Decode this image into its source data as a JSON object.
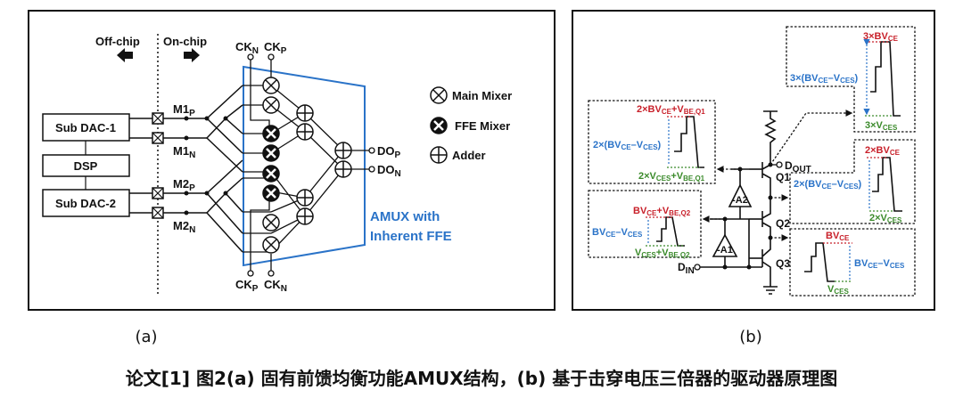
{
  "panel_a": {
    "label": "(a)",
    "off_chip": "Off-chip",
    "on_chip": "On-chip",
    "blocks": [
      "Sub DAC-1",
      "DSP",
      "Sub DAC-2"
    ],
    "signals": {
      "m1p": "M1",
      "m1p_sub": "P",
      "m1n": "M1",
      "m1n_sub": "N",
      "m2p": "M2",
      "m2p_sub": "P",
      "m2n": "M2",
      "m2n_sub": "N"
    },
    "clocks_top": [
      {
        "main": "CK",
        "sub": "N"
      },
      {
        "main": "CK",
        "sub": "P"
      }
    ],
    "clocks_bottom": [
      {
        "main": "CK",
        "sub": "P"
      },
      {
        "main": "CK",
        "sub": "N"
      }
    ],
    "outputs": [
      {
        "main": "DO",
        "sub": "P"
      },
      {
        "main": "DO",
        "sub": "N"
      }
    ],
    "legend": [
      "Main Mixer",
      "FFE Mixer",
      "Adder"
    ],
    "amux_label_line1": "AMUX with",
    "amux_label_line2": "Inherent FFE",
    "accent_color": "#2a73c8"
  },
  "panel_b": {
    "label": "(b)",
    "transistors": [
      "Q1",
      "Q2",
      "Q3"
    ],
    "amps": [
      "-A2",
      "-A1"
    ],
    "d_out": {
      "main": "D",
      "sub": "OUT"
    },
    "d_in": {
      "main": "D",
      "sub": "IN"
    },
    "waveforms": {
      "top_right": {
        "high": "3×BV",
        "high_sub": "CE",
        "swing": "3×(BV",
        "swing_sub1": "CE",
        "swing_mid": "–V",
        "swing_sub2": "CES",
        "swing_end": ")",
        "low": "3×V",
        "low_sub": "CES"
      },
      "mid_right": {
        "high": "2×BV",
        "high_sub": "CE",
        "swing": "2×(BV",
        "swing_sub1": "CE",
        "swing_mid": "–V",
        "swing_sub2": "CES",
        "swing_end": ")",
        "low": "2×V",
        "low_sub": "CES"
      },
      "bot_right": {
        "high": "BV",
        "high_sub": "CE",
        "swing": "BV",
        "swing_sub1": "CE",
        "swing_mid": "–V",
        "swing_sub2": "CES",
        "low": "V",
        "low_sub": "CES"
      },
      "top_left": {
        "high": "2×BV",
        "high_sub": "CE",
        "high_plus": "+V",
        "high_sub2": "BE,Q1",
        "swing": "2×(BV",
        "swing_sub1": "CE",
        "swing_mid": "–V",
        "swing_sub2": "CES",
        "swing_end": ")",
        "low": "2×V",
        "low_sub": "CES",
        "low_plus": "+V",
        "low_sub2": "BE,Q1"
      },
      "bot_left": {
        "high": "BV",
        "high_sub": "CE",
        "high_plus": "+V",
        "high_sub2": "BE,Q2",
        "swing": "BV",
        "swing_sub1": "CE",
        "swing_mid": "–V",
        "swing_sub2": "CES",
        "low": "V",
        "low_sub": "CES",
        "low_plus": "+V",
        "low_sub2": "BE,Q2"
      }
    },
    "colors": {
      "high": "#c8202a",
      "swing": "#2a73c8",
      "low": "#3a8a2a"
    }
  },
  "caption": "论文[1] 图2(a) 固有前馈均衡功能AMUX结构，(b) 基于击穿电压三倍器的驱动器原理图"
}
